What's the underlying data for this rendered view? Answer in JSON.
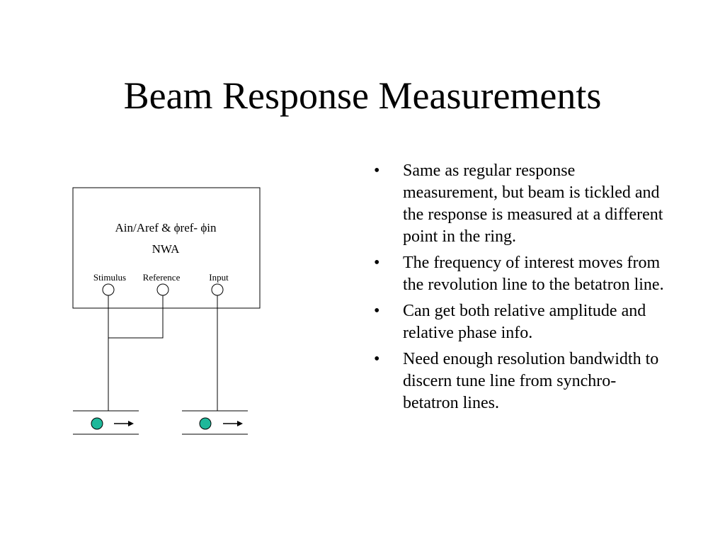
{
  "slide": {
    "title": "Beam Response Measurements"
  },
  "diagram": {
    "measurement_label": "Ain/Aref & ϕref- ϕin",
    "instrument_label": "NWA",
    "ports": [
      {
        "label": "Stimulus"
      },
      {
        "label": "Reference"
      },
      {
        "label": "Input"
      }
    ],
    "colors": {
      "beam": "#1fb89a",
      "line": "#000000"
    }
  },
  "bullets": [
    {
      "marker": "•",
      "text": "Same as regular response measurement, but beam is tickled and the response is measured at a different point in the ring."
    },
    {
      "marker": "•",
      "text": "The frequency of interest moves from the revolution line to the betatron line."
    },
    {
      "marker": "•",
      "text": "Can get both relative amplitude and relative phase info."
    },
    {
      "marker": "•",
      "text": "Need enough resolution bandwidth to discern tune line from synchro-betatron lines."
    }
  ]
}
